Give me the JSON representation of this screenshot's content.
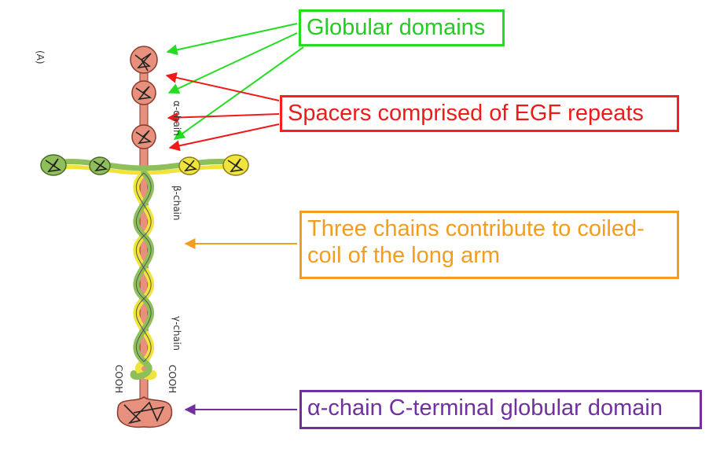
{
  "panel_label": "(A)",
  "chain_labels": {
    "alpha": "α-chain",
    "beta": "β-chain",
    "gamma": "γ-chain",
    "cooh_left": "COOH",
    "cooh_right": "COOH"
  },
  "callouts": {
    "globular": "Globular domains",
    "spacers": "Spacers comprised of EGF repeats",
    "chains": "Three chains contribute to coiled-coil of the long arm",
    "cterm": "α-chain C-terminal globular domain"
  },
  "colors": {
    "globular": "#22dd22",
    "spacers": "#ff1e1e",
    "chains": "#f39c1e",
    "cterm": "#7030a0",
    "alpha_chain": "#e8907e",
    "beta_chain": "#f0e43c",
    "gamma_chain": "#8fbf5a"
  }
}
